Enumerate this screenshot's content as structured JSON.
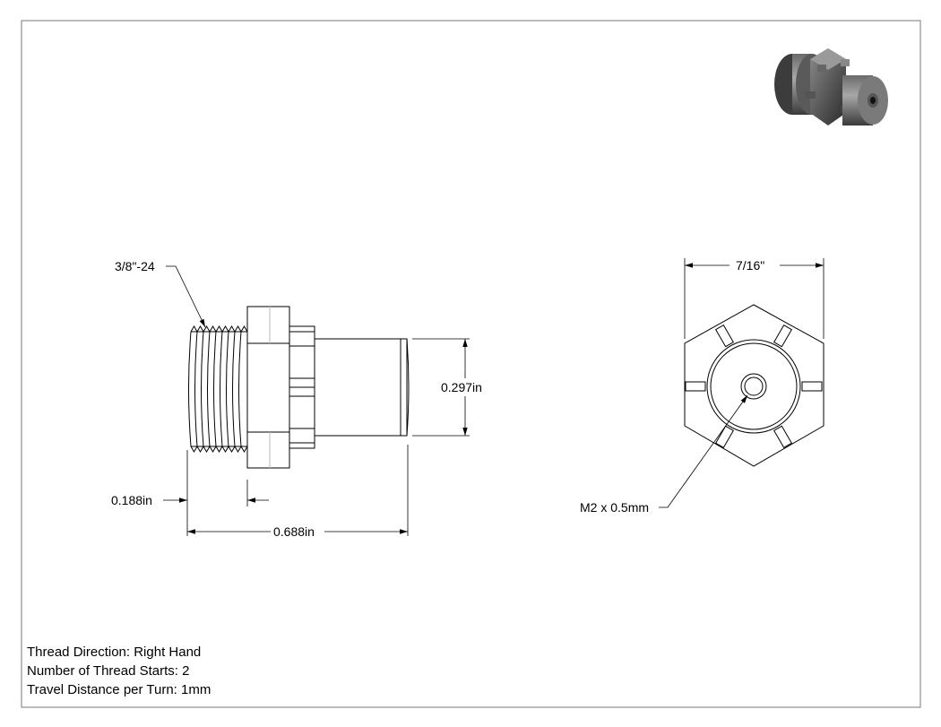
{
  "drawing": {
    "callouts": {
      "thread_spec": "3/8\"-24",
      "hex_width": "7/16\"",
      "shank_diameter": "0.297in",
      "hex_thickness": "0.188in",
      "overall_length": "0.688in",
      "bore_thread": "M2 x 0.5mm"
    },
    "notes": {
      "thread_direction": "Thread Direction: Right Hand",
      "thread_starts": "Number of Thread Starts: 2",
      "travel_distance": "Travel Distance per Turn: 1mm"
    }
  }
}
